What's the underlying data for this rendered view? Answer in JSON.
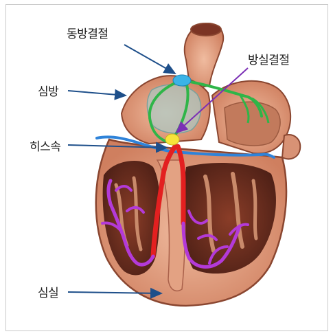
{
  "labels": {
    "sa_node": "동방결절",
    "av_node": "방실결절",
    "atrium": "심방",
    "his_bundle": "히스속",
    "ventricle": "심실"
  },
  "colors": {
    "muscle": "#e3a283",
    "muscle_dark": "#b3644a",
    "inner_dark": "#5a2a1d",
    "sa_node": "#3bb3e6",
    "av_node": "#f6e33a",
    "his_bundle": "#e32020",
    "purkinje": "#b33ad8",
    "internodal": "#2fb548",
    "av_ring": "#2f83d9",
    "pointer_blue": "#1e4f8a",
    "pointer_violet": "#7b2fb5"
  }
}
